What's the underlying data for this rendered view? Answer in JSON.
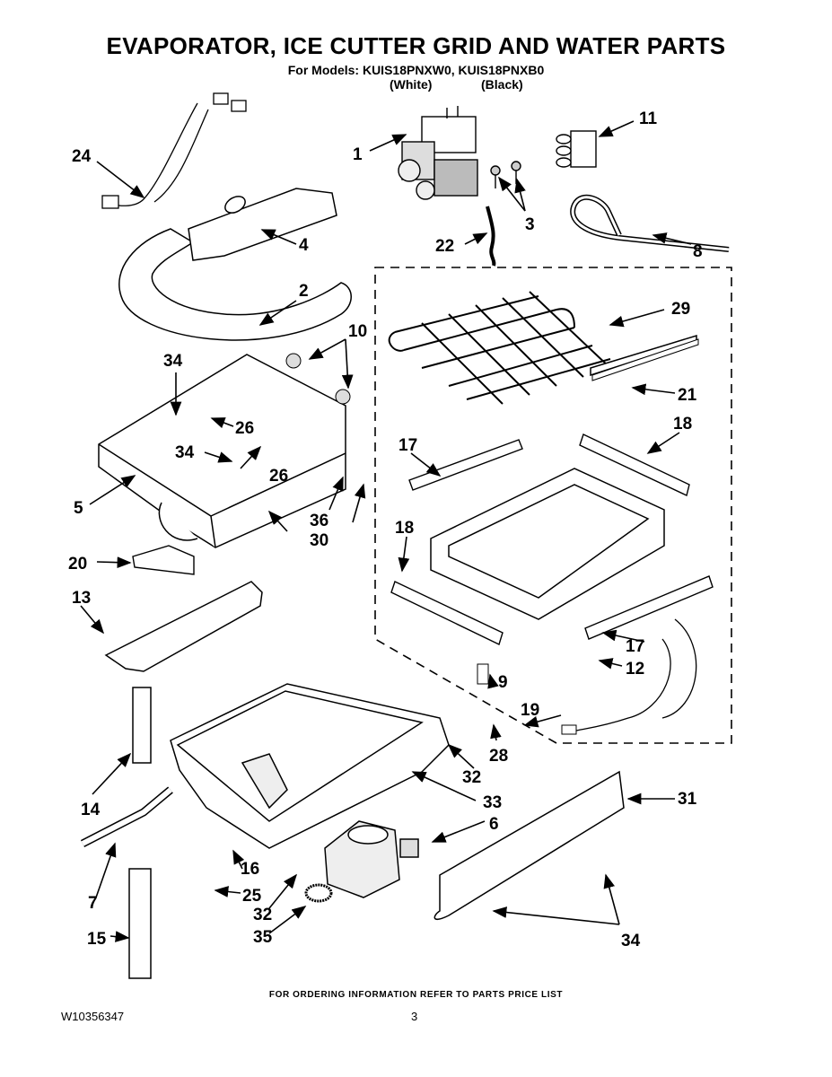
{
  "title": "EVAPORATOR, ICE CUTTER GRID AND WATER PARTS",
  "subtitle": "For Models: KUIS18PNXW0, KUIS18PNXB0",
  "color_labels": [
    "(White)",
    "(Black)"
  ],
  "footer_note": "FOR ORDERING INFORMATION REFER TO PARTS PRICE LIST",
  "document_number": "W10356347",
  "page_number": "3",
  "callouts": [
    {
      "id": "c1",
      "label": "1"
    },
    {
      "id": "c3",
      "label": "3"
    },
    {
      "id": "c11",
      "label": "11"
    },
    {
      "id": "c24",
      "label": "24"
    },
    {
      "id": "c4",
      "label": "4"
    },
    {
      "id": "c22",
      "label": "22"
    },
    {
      "id": "c8",
      "label": "8"
    },
    {
      "id": "c2",
      "label": "2"
    },
    {
      "id": "c29",
      "label": "29"
    },
    {
      "id": "c10",
      "label": "10"
    },
    {
      "id": "c34a",
      "label": "34"
    },
    {
      "id": "c26a",
      "label": "26"
    },
    {
      "id": "c21",
      "label": "21"
    },
    {
      "id": "c18a",
      "label": "18"
    },
    {
      "id": "c17a",
      "label": "17"
    },
    {
      "id": "c34b",
      "label": "34"
    },
    {
      "id": "c26b",
      "label": "26"
    },
    {
      "id": "c5",
      "label": "5"
    },
    {
      "id": "c36",
      "label": "36"
    },
    {
      "id": "c30",
      "label": "30"
    },
    {
      "id": "c18b",
      "label": "18"
    },
    {
      "id": "c20",
      "label": "20"
    },
    {
      "id": "c13",
      "label": "13"
    },
    {
      "id": "c17b",
      "label": "17"
    },
    {
      "id": "c12",
      "label": "12"
    },
    {
      "id": "c9",
      "label": "9"
    },
    {
      "id": "c19",
      "label": "19"
    },
    {
      "id": "c28",
      "label": "28"
    },
    {
      "id": "c32a",
      "label": "32"
    },
    {
      "id": "c33",
      "label": "33"
    },
    {
      "id": "c14",
      "label": "14"
    },
    {
      "id": "c31",
      "label": "31"
    },
    {
      "id": "c6",
      "label": "6"
    },
    {
      "id": "c16",
      "label": "16"
    },
    {
      "id": "c7",
      "label": "7"
    },
    {
      "id": "c25",
      "label": "25"
    },
    {
      "id": "c32b",
      "label": "32"
    },
    {
      "id": "c35",
      "label": "35"
    },
    {
      "id": "c15",
      "label": "15"
    },
    {
      "id": "c34c",
      "label": "34"
    }
  ]
}
